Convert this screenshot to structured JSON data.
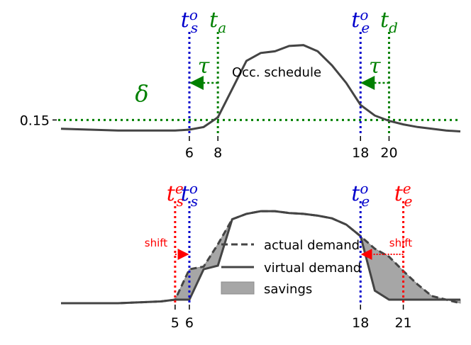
{
  "colors": {
    "curve": "#444444",
    "occupancy": "#0000cc",
    "threshold": "#008000",
    "energy": "#ff0000",
    "savings_fill": "#a6a6a6",
    "savings_edge": "#8c8c8c"
  },
  "chart_data": [
    {
      "type": "line",
      "title": "",
      "annotation": "Occ. schedule",
      "threshold_value": 0.15,
      "threshold_label": "0.15",
      "x_ticks": [
        "6",
        "8",
        "18",
        "20"
      ],
      "xlim": [
        -3,
        25
      ],
      "ylim": [
        0,
        1.15
      ],
      "markers": {
        "t_s_o": {
          "x": 6,
          "base": "t",
          "sup": "o",
          "sub": "s"
        },
        "t_a": {
          "x": 8,
          "base": "t",
          "sub": "a"
        },
        "t_e_o": {
          "x": 18,
          "base": "t",
          "sup": "o",
          "sub": "e"
        },
        "t_d": {
          "x": 20,
          "base": "t",
          "sub": "d"
        }
      },
      "symbols": {
        "tau": "τ",
        "delta": "δ"
      },
      "series": [
        {
          "style": "solid",
          "x": [
            -3,
            -1,
            1,
            3,
            5,
            6,
            7,
            8,
            9,
            10,
            11,
            12,
            13,
            14,
            15,
            16,
            17,
            18,
            19,
            20,
            21,
            22,
            23,
            24,
            25
          ],
          "y": [
            0.05,
            0.04,
            0.03,
            0.03,
            0.03,
            0.04,
            0.07,
            0.18,
            0.5,
            0.82,
            0.91,
            0.93,
            0.99,
            1.0,
            0.93,
            0.77,
            0.57,
            0.32,
            0.2,
            0.14,
            0.1,
            0.07,
            0.05,
            0.03,
            0.02
          ]
        }
      ]
    },
    {
      "type": "area",
      "title": "",
      "x_ticks": [
        "5",
        "6",
        "18",
        "21"
      ],
      "xlim": [
        -3,
        25
      ],
      "ylim": [
        0,
        1.15
      ],
      "shift_label": "shift",
      "markers": {
        "t_s_e": {
          "x": 5,
          "base": "t",
          "sup": "e",
          "sub": "s"
        },
        "t_s_o": {
          "x": 6,
          "base": "t",
          "sup": "o",
          "sub": "s"
        },
        "t_e_o": {
          "x": 18,
          "base": "t",
          "sup": "o",
          "sub": "e"
        },
        "t_e_e": {
          "x": 21,
          "base": "t",
          "sup": "e",
          "sub": "e"
        }
      },
      "legend": {
        "position": "center",
        "entries": [
          "actual demand",
          "virtual demand",
          "savings"
        ]
      },
      "series": [
        {
          "name": "actual demand",
          "style": "dashed",
          "x": [
            -3,
            1,
            4,
            5,
            6,
            7,
            8,
            9,
            10,
            11,
            12,
            13,
            14,
            15,
            16,
            17,
            18,
            19,
            20,
            21,
            22,
            23,
            25
          ],
          "y": [
            0.0,
            0.0,
            0.02,
            0.04,
            0.38,
            0.41,
            0.66,
            0.94,
            1.0,
            1.03,
            1.03,
            1.01,
            1.0,
            0.98,
            0.95,
            0.88,
            0.75,
            0.61,
            0.52,
            0.36,
            0.21,
            0.08,
            0.0
          ]
        },
        {
          "name": "virtual demand",
          "style": "solid",
          "x": [
            -3,
            1,
            4,
            5,
            6,
            7,
            8,
            9,
            10,
            11,
            12,
            13,
            14,
            15,
            16,
            17,
            18,
            19,
            20,
            21,
            22,
            23,
            25
          ],
          "y": [
            0.0,
            0.0,
            0.02,
            0.04,
            0.04,
            0.38,
            0.42,
            0.94,
            1.0,
            1.03,
            1.03,
            1.01,
            1.0,
            0.98,
            0.95,
            0.88,
            0.75,
            0.14,
            0.04,
            0.04,
            0.04,
            0.04,
            0.04
          ]
        }
      ]
    }
  ]
}
